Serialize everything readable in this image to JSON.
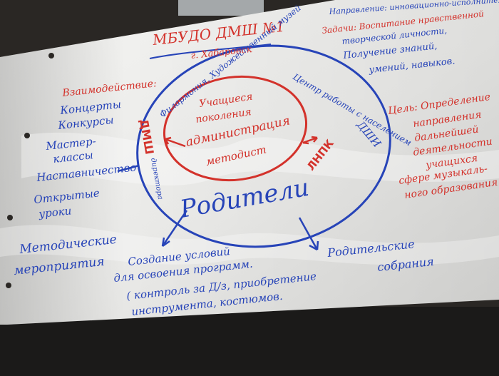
{
  "header": {
    "school": "МБУДО ДМШ №1",
    "city": "г. Хабаровск"
  },
  "top_right": {
    "direction": "Направление: инновационно-исполнительство",
    "tasks_line1": "Задачи: Воспитание нравственной",
    "tasks_line2": "творческой личности,",
    "tasks_line3": "Получение знаний,",
    "tasks_line4": "умений, навыков."
  },
  "left_column": {
    "heading": "Взаимодействие:",
    "items": [
      "Концерты",
      "Конкурсы",
      "Мастер-",
      "классы",
      "Наставничество",
      "Открытые",
      "уроки",
      "Методические",
      "мероприятия"
    ]
  },
  "circles": {
    "outer_top_left": "Филармония, Художественный музей",
    "outer_top_right": "Центр работы с населением",
    "outer_right": "ДШИ",
    "inner_lines": [
      "Учащиеся",
      "поколения",
      "администрация",
      "методист"
    ],
    "left_label": "ДМШ",
    "left_sub": "директора",
    "right_label": "ЛНПК",
    "center": "Родители"
  },
  "goal": {
    "lines": [
      "Цель: Определение",
      "направления",
      "дальнейшей",
      "деятельности",
      "учащихся",
      "сфере музыкаль-",
      "ного образования"
    ]
  },
  "bottom": {
    "conditions": [
      "Создание условий",
      "для освоения программ.",
      "( контроль за Д/з, приобретение",
      "инструмента, костюмов."
    ],
    "meetings": [
      "Родительские",
      "собрания"
    ]
  },
  "colors": {
    "blue_ink": "#2744b8",
    "red_ink": "#d3322b",
    "paper": "#eeeeec"
  }
}
